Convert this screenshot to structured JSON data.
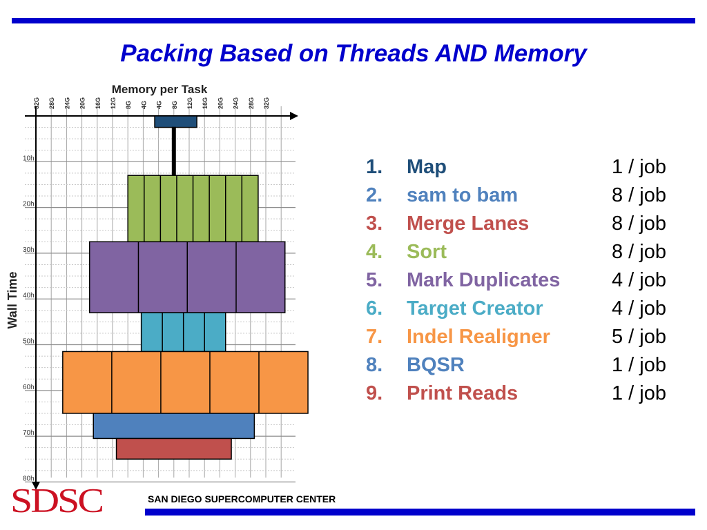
{
  "slide": {
    "title": "Packing Based on Threads AND Memory",
    "logo_text": "SDSC",
    "center_name": "SAN DIEGO SUPERCOMPUTER CENTER",
    "bar_color": "#0000cc"
  },
  "diagram": {
    "x_axis_title": "Memory per Task",
    "y_axis_title": "Wall Time",
    "x_ticks": [
      "32G",
      "28G",
      "24G",
      "20G",
      "16G",
      "12G",
      "8G",
      "4G",
      "4G",
      "8G",
      "12G",
      "16G",
      "20G",
      "24G",
      "28G",
      "32G"
    ],
    "y_ticks": [
      "10h",
      "20h",
      "30h",
      "40h",
      "50h",
      "60h",
      "70h",
      "80h"
    ],
    "blocks": [
      {
        "step": "Map",
        "color": "#1f4e79",
        "mem_from_gb": -1,
        "mem_to_gb": 10,
        "time_from_h": 0,
        "time_to_h": 2.5,
        "cells": 1
      },
      {
        "step": "Map (thin)",
        "color": "#000000",
        "mem_from_gb": 3.6,
        "mem_to_gb": 4.4,
        "time_from_h": 2.5,
        "time_to_h": 13,
        "cells": 1
      },
      {
        "step": "Sort",
        "color": "#9bbb59",
        "mem_from_gb": -8,
        "mem_to_gb": 26,
        "time_from_h": 13,
        "time_to_h": 27.5,
        "cells": 8
      },
      {
        "step": "Mark Duplicates",
        "color": "#8064a2",
        "mem_from_gb": -18,
        "mem_to_gb": 33,
        "time_from_h": 27.5,
        "time_to_h": 43,
        "cells": 4
      },
      {
        "step": "Target Creator",
        "color": "#4bacc6",
        "mem_from_gb": -4.5,
        "mem_to_gb": 17.5,
        "time_from_h": 43,
        "time_to_h": 51.5,
        "cells": 4
      },
      {
        "step": "Indel Realigner",
        "color": "#f79646",
        "mem_from_gb": -25,
        "mem_to_gb": 39,
        "time_from_h": 51.5,
        "time_to_h": 65,
        "cells": 5
      },
      {
        "step": "BQSR",
        "color": "#4f81bd",
        "mem_from_gb": -17,
        "mem_to_gb": 25,
        "time_from_h": 65,
        "time_to_h": 70.5,
        "cells": 1
      },
      {
        "step": "Print Reads",
        "color": "#c0504d",
        "mem_from_gb": -11,
        "mem_to_gb": 19,
        "time_from_h": 70.5,
        "time_to_h": 75,
        "cells": 1
      }
    ]
  },
  "steps": [
    {
      "num": "1.",
      "name": "Map",
      "count": "1 / job",
      "color": "#1f4e79"
    },
    {
      "num": "2.",
      "name": "sam to bam",
      "count": "8 / job",
      "color": "#4f81bd"
    },
    {
      "num": "3.",
      "name": "Merge Lanes",
      "count": "8 / job",
      "color": "#c0504d"
    },
    {
      "num": "4.",
      "name": "Sort",
      "count": "8 / job",
      "color": "#9bbb59"
    },
    {
      "num": "5.",
      "name": "Mark Duplicates",
      "count": "4 / job",
      "color": "#8064a2"
    },
    {
      "num": "6.",
      "name": "Target Creator",
      "count": "4 / job",
      "color": "#4bacc6"
    },
    {
      "num": "7.",
      "name": "Indel Realigner",
      "count": "5 / job",
      "color": "#f79646"
    },
    {
      "num": "8.",
      "name": "BQSR",
      "count": "1 / job",
      "color": "#4f81bd"
    },
    {
      "num": "9.",
      "name": "Print Reads",
      "count": "1 / job",
      "color": "#c0504d"
    }
  ]
}
